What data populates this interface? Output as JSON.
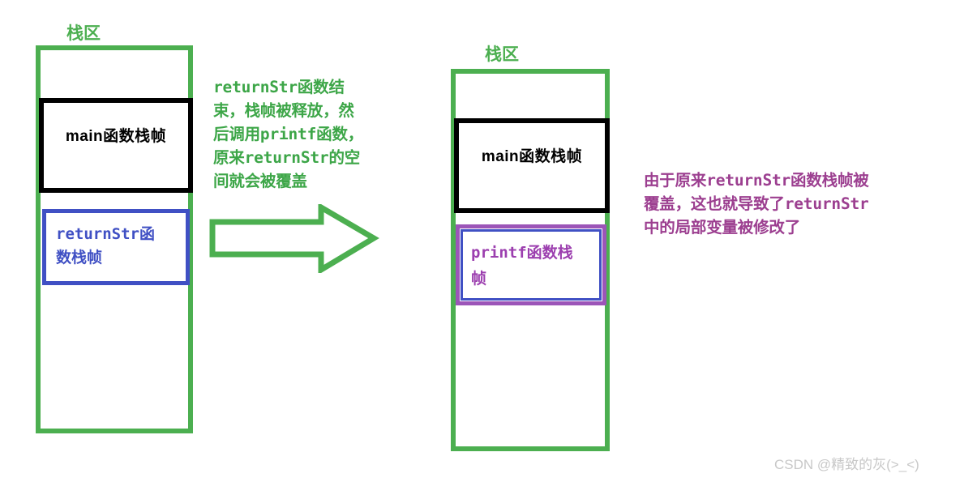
{
  "diagram": {
    "title": "returnStr stack frame overwrite illustration",
    "colors": {
      "green": "#4caf50",
      "green_text": "#3da648",
      "black": "#000000",
      "blue": "#4050c4",
      "purple_border": "#9c55b8",
      "purple_text": "#9c3f90",
      "watermark": "#c8c8c8",
      "background": "#ffffff"
    }
  },
  "left_panel": {
    "label": "栈区",
    "frames": [
      {
        "id": "main",
        "label": "main函数栈帧"
      },
      {
        "id": "returnStr",
        "label": "returnStr函\n数栈帧"
      }
    ]
  },
  "middle": {
    "annotation": "returnStr函数结\n束，栈帧被释放，然\n后调用printf函数，\n原来returnStr的空\n间就会被覆盖",
    "arrow_direction": "right"
  },
  "right_panel": {
    "label": "栈区",
    "frames": [
      {
        "id": "main",
        "label": "main函数栈帧"
      },
      {
        "id": "printf",
        "label": "printf函数栈\n帧"
      }
    ]
  },
  "right_annotation": {
    "text": "由于原来returnStr函数栈帧被\n覆盖，这也就导致了returnStr\n中的局部变量被修改了"
  },
  "watermark": {
    "text": "CSDN @精致的灰(>_<)"
  }
}
